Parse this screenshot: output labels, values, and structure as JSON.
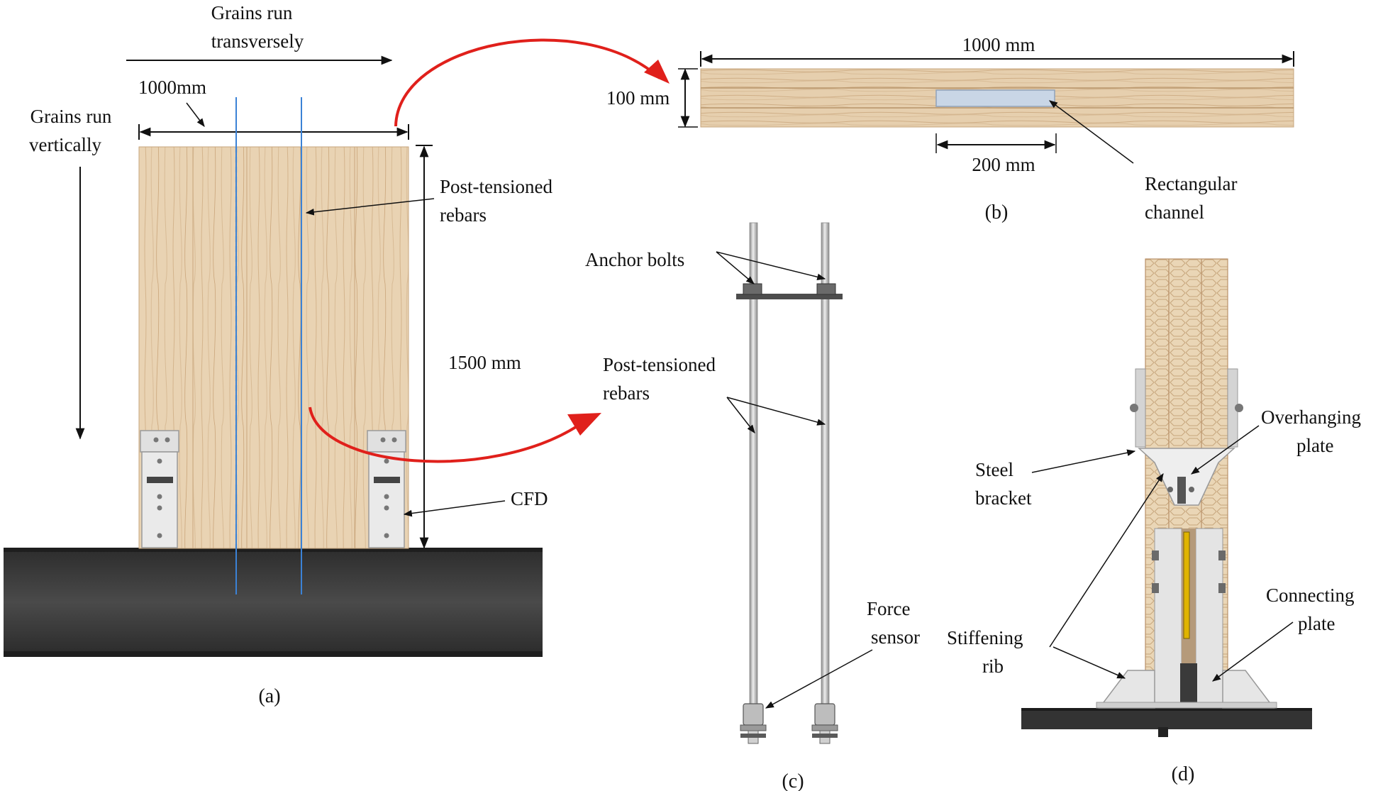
{
  "panel_a": {
    "grains_transverse": [
      "Grains run",
      "transversely"
    ],
    "grains_vertical": [
      "Grains run",
      "vertically"
    ],
    "width_dim": "1000mm",
    "height_dim": "1500 mm",
    "rebars": [
      "Post-tensioned",
      "rebars"
    ],
    "cfd": "CFD",
    "caption": "(a)"
  },
  "panel_b": {
    "length_dim": "1000 mm",
    "thickness_dim": "100 mm",
    "channel_dim": "200 mm",
    "channel": [
      "Rectangular",
      "channel"
    ],
    "caption": "(b)"
  },
  "panel_c": {
    "anchor_bolts": "Anchor bolts",
    "rebars": [
      "Post-tensioned",
      "rebars"
    ],
    "force_sensor": [
      "Force",
      "sensor"
    ],
    "caption": "(c)"
  },
  "panel_d": {
    "overhanging_plate": [
      "Overhanging",
      "plate"
    ],
    "steel_bracket": [
      "Steel",
      "bracket"
    ],
    "stiffening_rib": [
      "Stiffening",
      "rib"
    ],
    "connecting_plate": [
      "Connecting",
      "plate"
    ],
    "caption": "(d)"
  },
  "colors": {
    "wood": "#e9d3b3",
    "wood_grain": "#c9a77f",
    "rebar_line": "#3b82d6",
    "steel_dark": "#3d3d3d",
    "steel_light": "#d9d9d9",
    "highlight_arrow": "#e0201b",
    "sensor_plate": "#e0b400"
  }
}
